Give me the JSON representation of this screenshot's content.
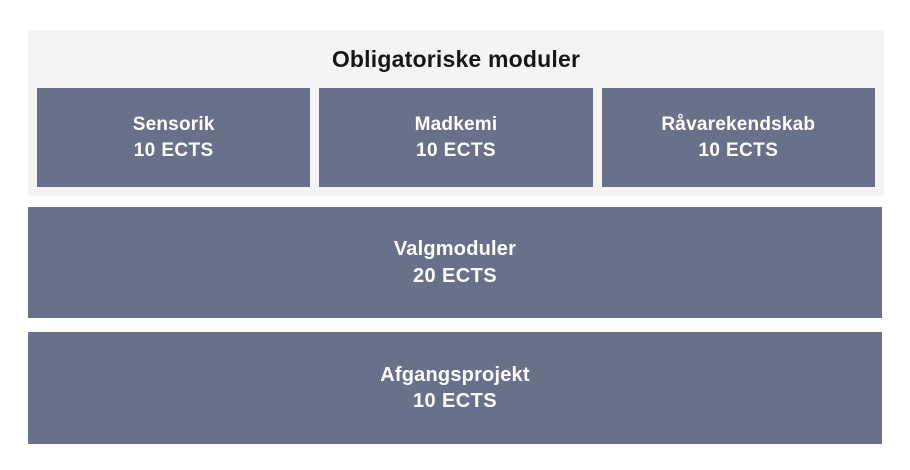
{
  "diagram": {
    "group": {
      "title": "Obligatoriske moduler",
      "background_color": "#f4f4f5",
      "title_color": "#17171a",
      "modules": [
        {
          "name": "Sensorik",
          "ects": "10 ECTS"
        },
        {
          "name": "Madkemi",
          "ects": "10 ECTS"
        },
        {
          "name": "Råvarekendskab",
          "ects": "10 ECTS"
        }
      ]
    },
    "bars": [
      {
        "name": "Valgmoduler",
        "ects": "20 ECTS"
      },
      {
        "name": "Afgangsprojekt",
        "ects": "10 ECTS"
      }
    ],
    "block_color": "#69708a",
    "block_text_color": "#ffffff",
    "page_background": "#ffffff"
  }
}
